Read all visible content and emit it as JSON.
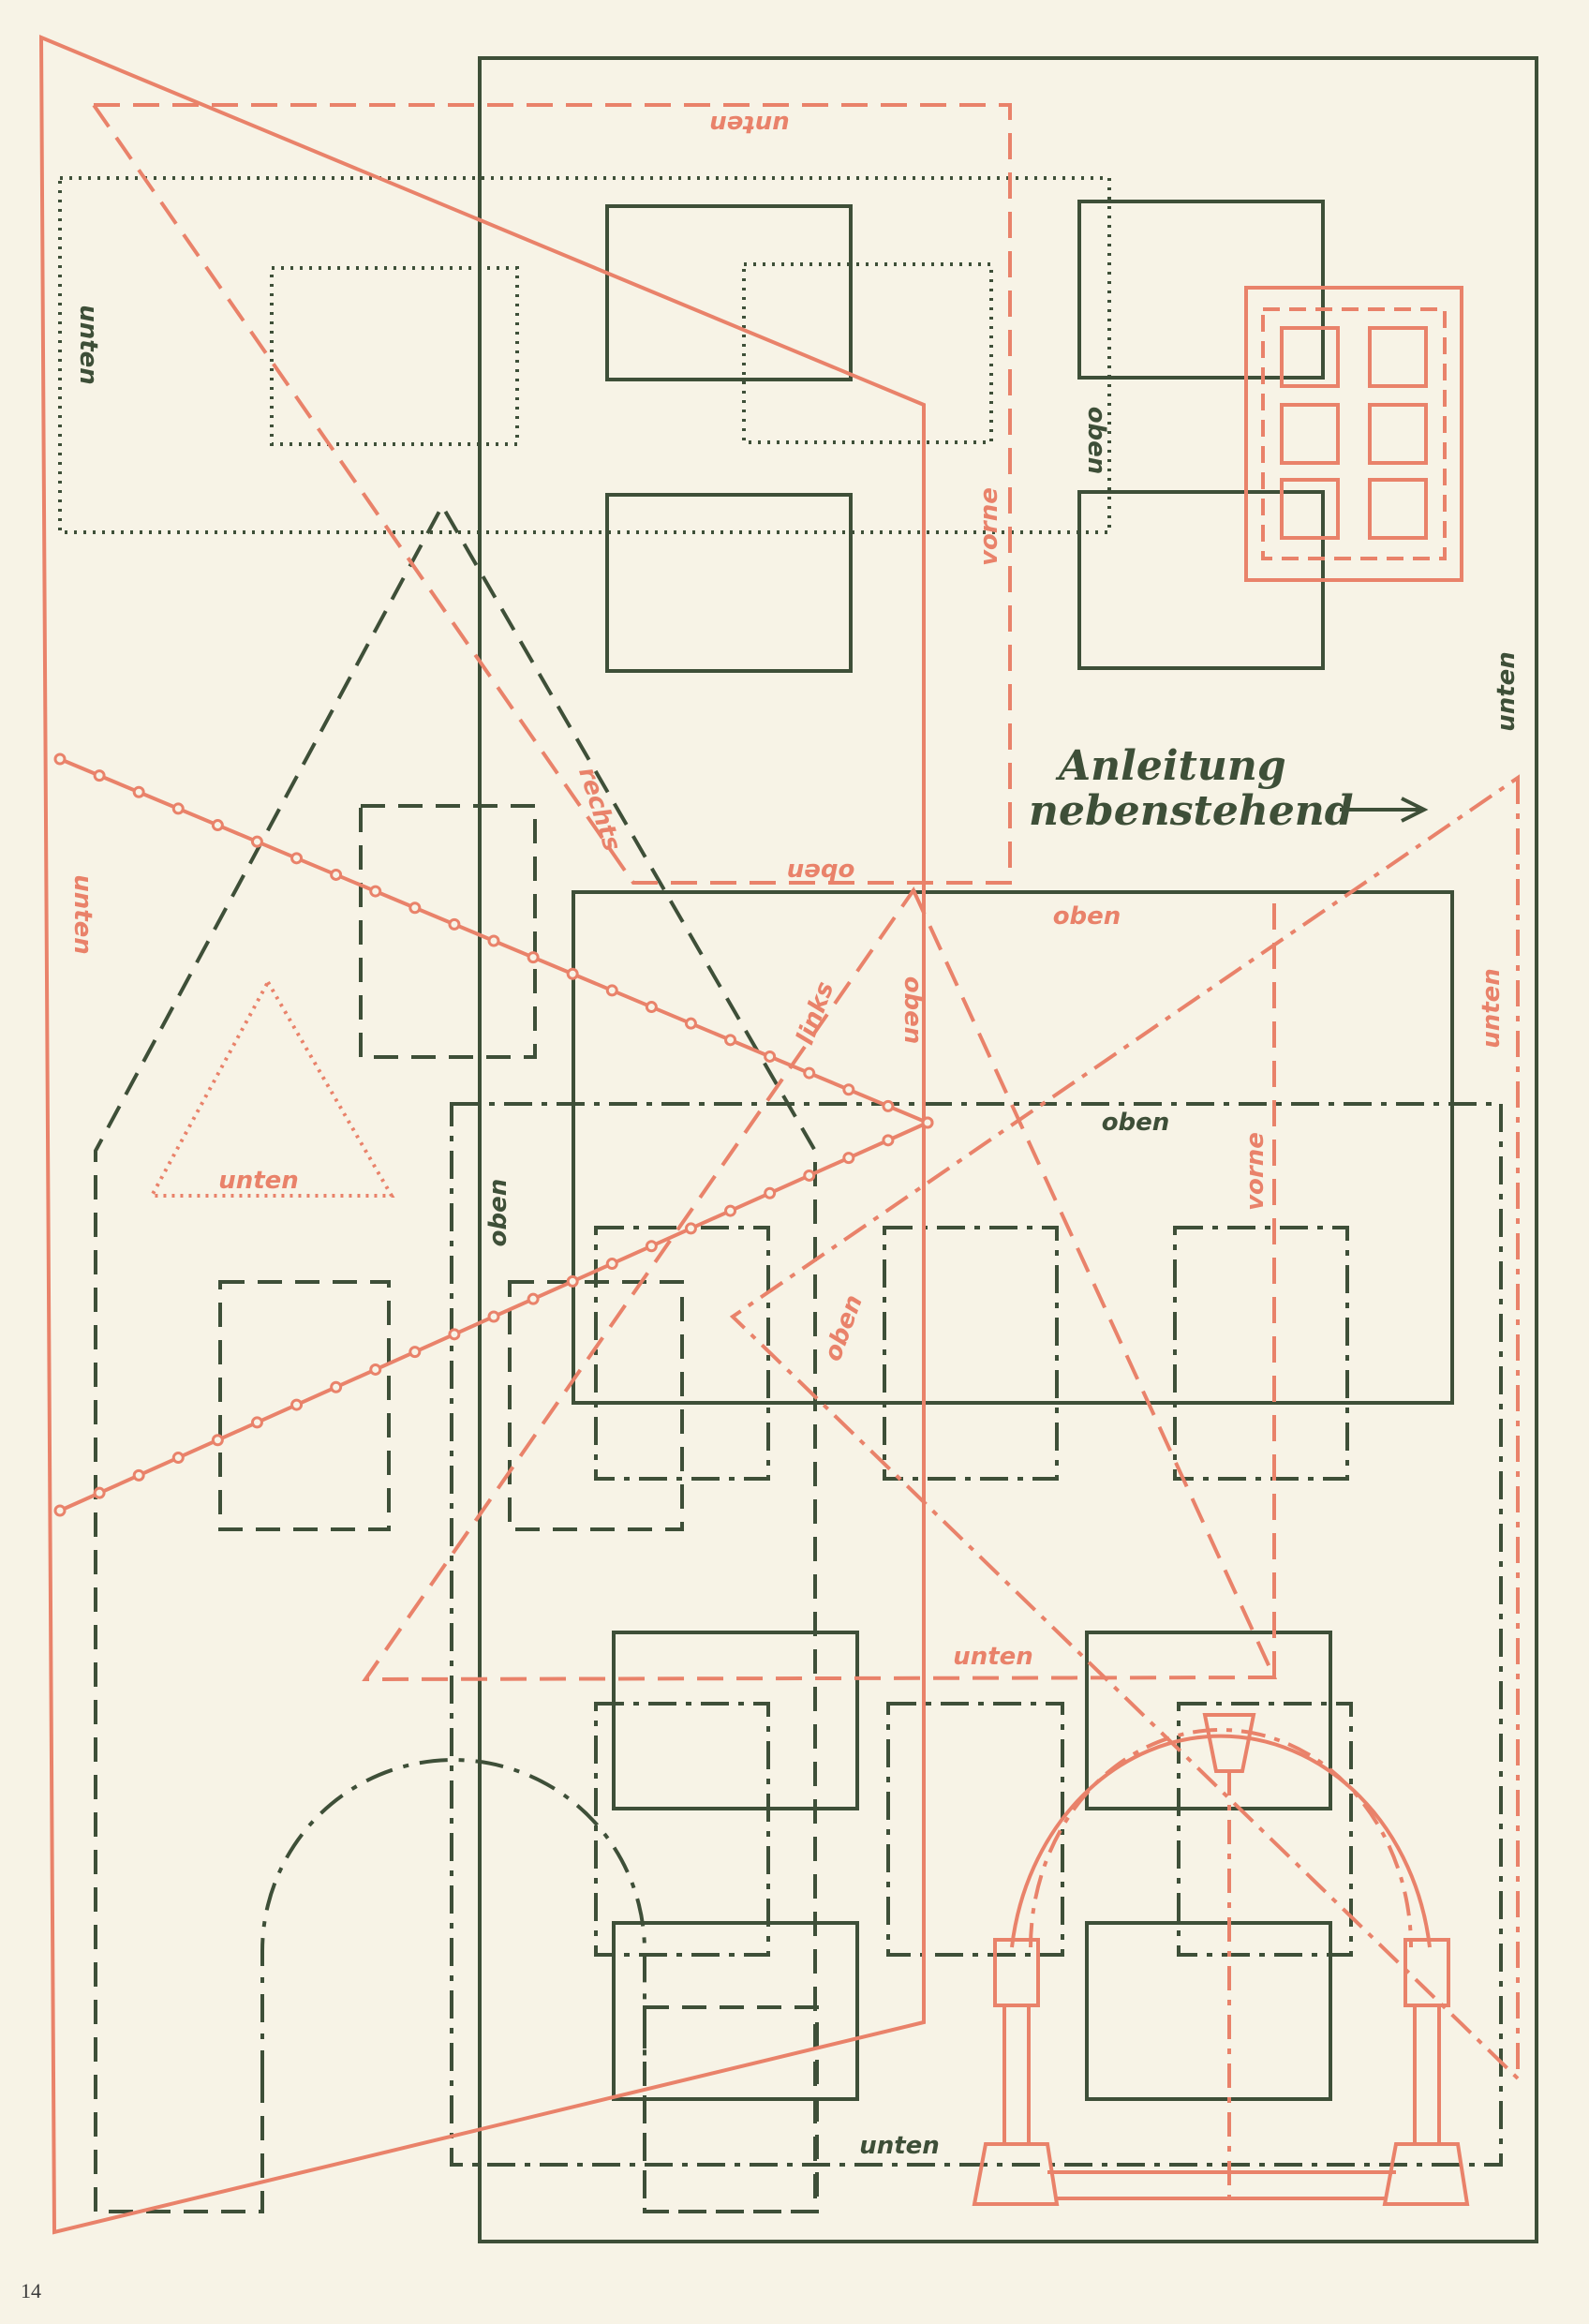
{
  "labels": {
    "unten": "unten",
    "oben": "oben",
    "vorne": "vorne",
    "rechts": "rechts",
    "links": "links",
    "instruction_line1": "Anleitung",
    "instruction_line2": "nebenstehend"
  },
  "page_number": "14",
  "colors": {
    "green": "#3e4f38",
    "red": "#e9826a",
    "paper": "#f7f3e6"
  }
}
